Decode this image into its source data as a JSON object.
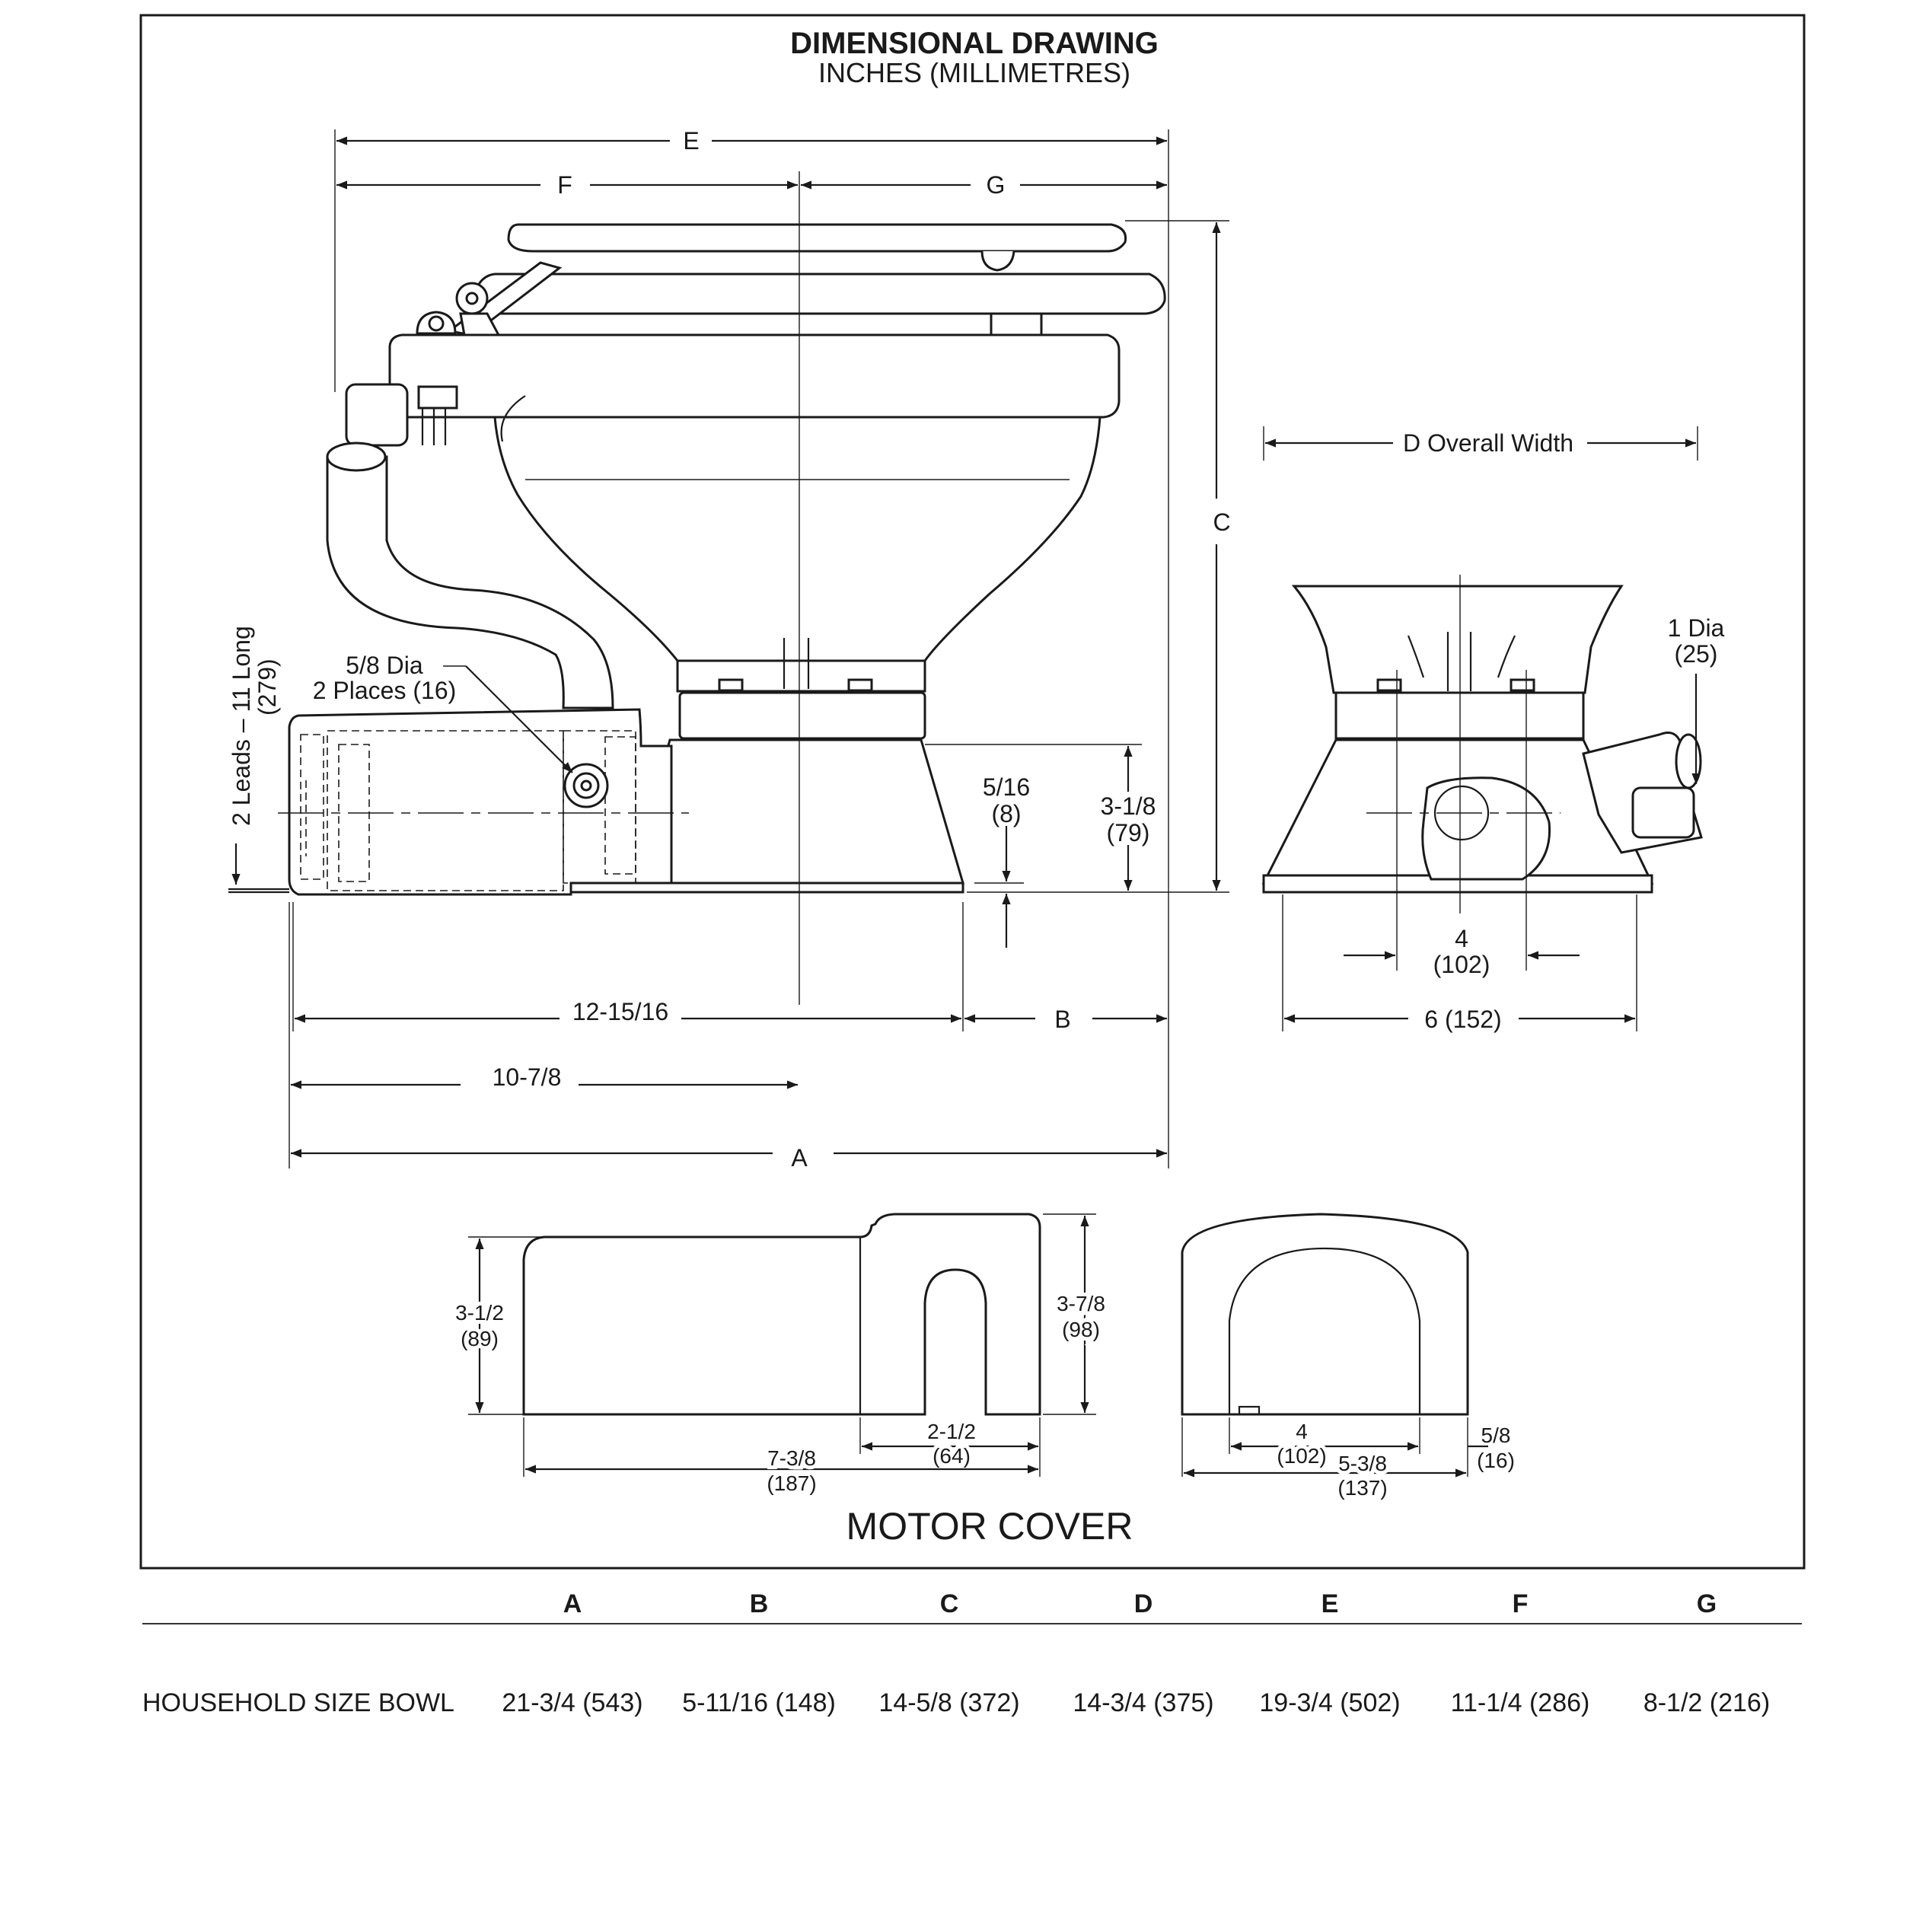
{
  "drawing": {
    "title": "DIMENSIONAL DRAWING",
    "subtitle": "INCHES (MILLIMETRES)",
    "side_view": {
      "E": "E",
      "F": "F",
      "G": "G",
      "C": "C",
      "A": "A",
      "B": "B",
      "leads": "2 Leads – 11 Long",
      "leads_mm": "(279)",
      "dia_58": "5/8 Dia",
      "dia_58_places": "2 Places (16)",
      "dim_516": "5/16",
      "dim_516_mm": "(8)",
      "dim_318": "3-1/8",
      "dim_318_mm": "(79)",
      "dim_121516": "12-15/16",
      "dim_1078": "10-7/8"
    },
    "front_view": {
      "D": "D Overall Width",
      "dia_1": "1 Dia",
      "dia_1_mm": "(25)",
      "dim_4": "4",
      "dim_4_mm": "(102)",
      "dim_6": "6 (152)"
    },
    "motor_cover": {
      "title": "MOTOR COVER",
      "h_312": "3-1/2",
      "h_312_mm": "(89)",
      "h_378": "3-7/8",
      "h_378_mm": "(98)",
      "w_212": "2-1/2",
      "w_212_mm": "(64)",
      "w_738": "7-3/8",
      "w_738_mm": "(187)",
      "w_4": "4",
      "w_4_mm": "(102)",
      "w_538": "5-3/8",
      "w_538_mm": "(137)",
      "w_58": "5/8",
      "w_58_mm": "(16)"
    }
  },
  "table": {
    "columns": [
      "A",
      "B",
      "C",
      "D",
      "E",
      "F",
      "G"
    ],
    "rows": [
      {
        "label": "HOUSEHOLD SIZE BOWL",
        "values": [
          "21-3/4 (543)",
          "5-11/16 (148)",
          "14-5/8 (372)",
          "14-3/4 (375)",
          "19-3/4 (502)",
          "11-1/4 (286)",
          "8-1/2 (216)"
        ]
      }
    ]
  }
}
